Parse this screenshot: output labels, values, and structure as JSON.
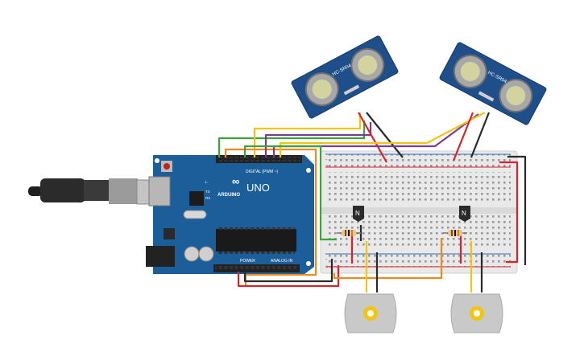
{
  "arduino": {
    "brand": "ARDUINO",
    "model": "UNO",
    "digital_label": "DIGITAL (PWM ~)",
    "power_label": "POWER",
    "analog_label": "ANALOG IN",
    "indicator_l": "L",
    "indicator_tx": "TX",
    "indicator_rx": "RX",
    "logo_symbol": "infinity-logo"
  },
  "sensors": [
    {
      "model": "HC-SR04"
    },
    {
      "model": "HC-SR04"
    }
  ],
  "transistors": [
    {
      "label": "N"
    },
    {
      "label": "N"
    }
  ],
  "breadboard": {
    "plus": "+",
    "minus": "-"
  },
  "colors": {
    "board": "#1b5e9a",
    "sensor": "#1e4f8a",
    "breadboard": "#e9e9e9",
    "wire_red": "#d8232a",
    "wire_black": "#2a2a2a",
    "wire_yellow": "#f2c510",
    "wire_purple": "#7b3a96",
    "wire_green": "#3aa53a",
    "wire_orange": "#ef8a1e",
    "motor": "#c9c9c9"
  }
}
